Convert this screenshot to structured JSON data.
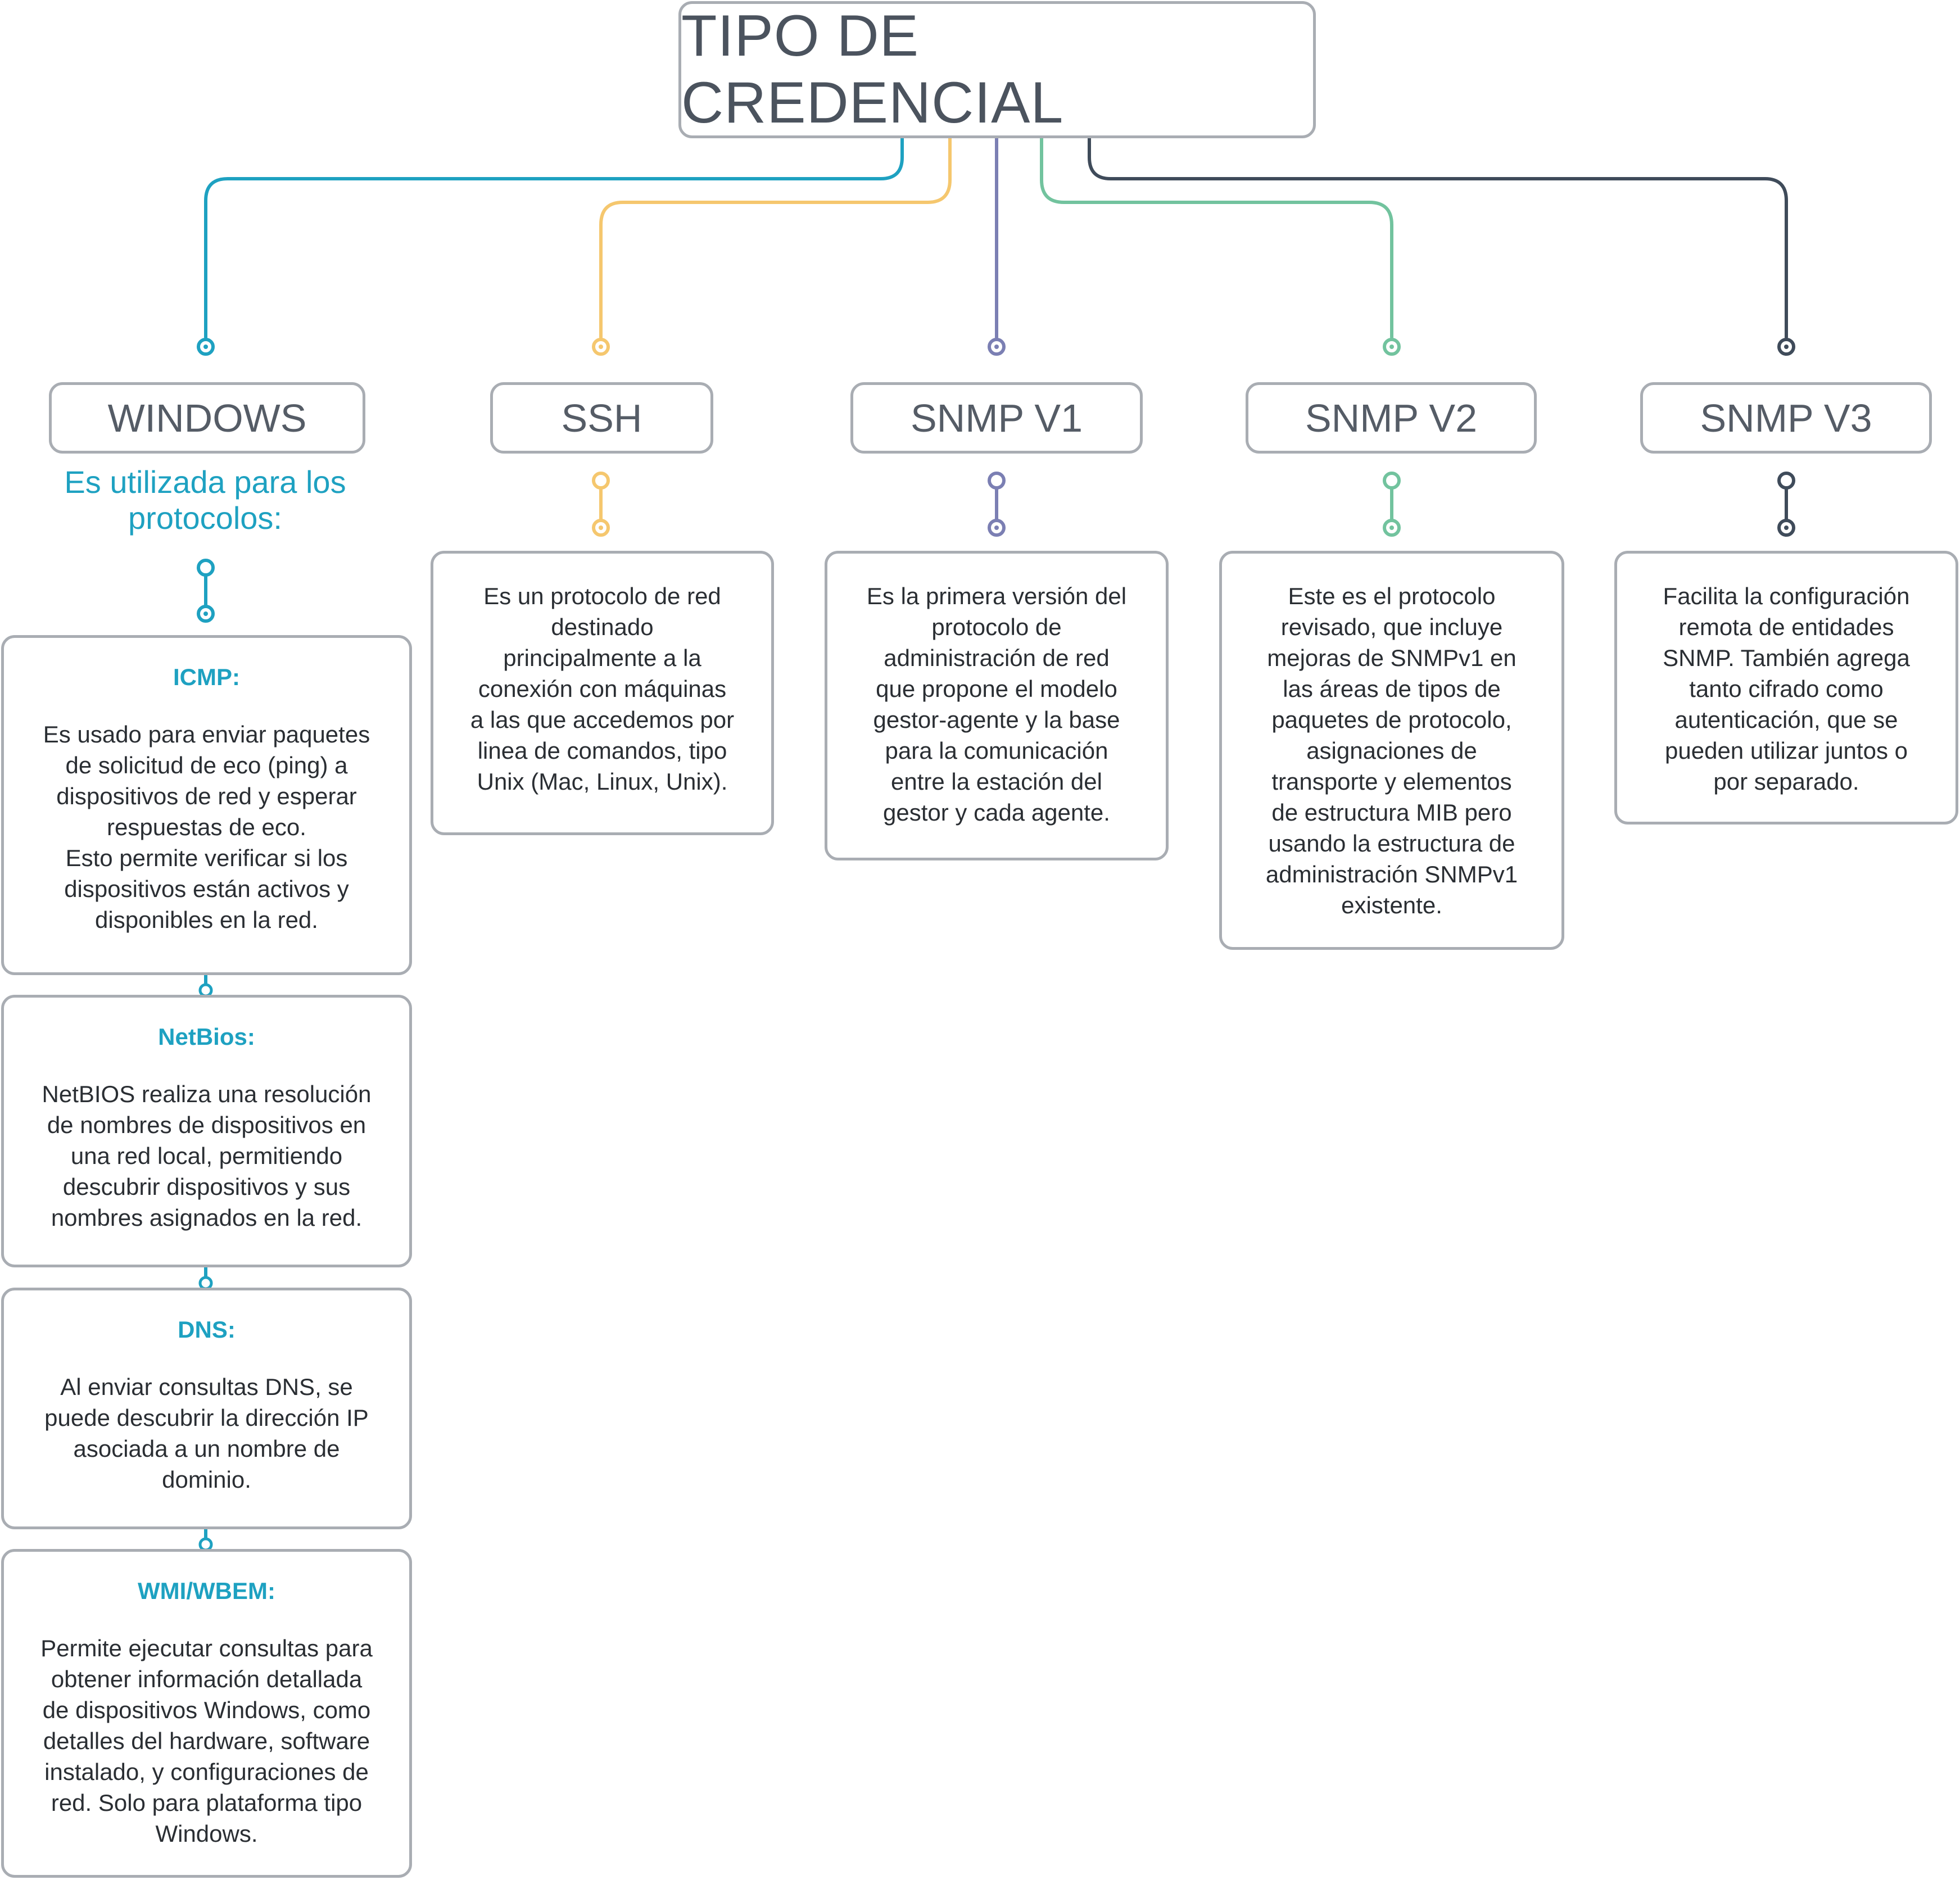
{
  "title": "TIPO DE CREDENCIAL",
  "colors": {
    "windows": "#1ea1c1",
    "ssh": "#f5c76e",
    "snmp_v1": "#7b7fb3",
    "snmp_v2": "#72c39e",
    "snmp_v3": "#3f4b5a",
    "border": "#a9adb3"
  },
  "categories": [
    {
      "label": "WINDOWS"
    },
    {
      "label": "SSH",
      "description": "Es un protocolo de red\ndestinado\nprincipalmente a la\nconexión con máquinas\na las que accedemos por\nlinea de comandos, tipo\nUnix (Mac, Linux, Unix)."
    },
    {
      "label": "SNMP V1",
      "description": "Es la primera versión del\nprotocolo de\nadministración de red\nque propone el modelo\ngestor-agente y la base\npara la comunicación\nentre la estación del\ngestor y cada agente."
    },
    {
      "label": "SNMP V2",
      "description": "Este es el protocolo\nrevisado, que incluye\nmejoras de SNMPv1 en\nlas áreas de tipos de\npaquetes de protocolo,\nasignaciones de\ntransporte y elementos\nde estructura MIB pero\nusando la estructura de\nadministración SNMPv1\nexistente."
    },
    {
      "label": "SNMP V3",
      "description": "Facilita la configuración\nremota de entidades\nSNMP. También agrega\ntanto cifrado como\nautenticación, que se\npueden utilizar juntos o\npor separado."
    }
  ],
  "windows": {
    "subtitle": "Es utilizada para los\nprotocolos:",
    "protocols": [
      {
        "name": "ICMP:",
        "text": "Es usado para enviar paquetes\nde solicitud de eco (ping) a\ndispositivos de red y esperar\nrespuestas de eco.\nEsto permite verificar si los\ndispositivos están activos y\ndisponibles en la red."
      },
      {
        "name": "NetBios:",
        "text": "NetBIOS realiza una resolución\nde nombres de dispositivos en\nuna red local, permitiendo\ndescubrir dispositivos y sus\nnombres asignados en la red."
      },
      {
        "name": "DNS:",
        "text": "Al enviar consultas DNS, se\npuede descubrir la dirección IP\nasociada a un nombre de\ndominio."
      },
      {
        "name": "WMI/WBEM:",
        "text": "Permite ejecutar consultas para\nobtener información detallada\nde dispositivos Windows, como\ndetalles del hardware, software\ninstalado, y configuraciones de\nred. Solo para plataforma tipo\nWindows."
      }
    ]
  }
}
